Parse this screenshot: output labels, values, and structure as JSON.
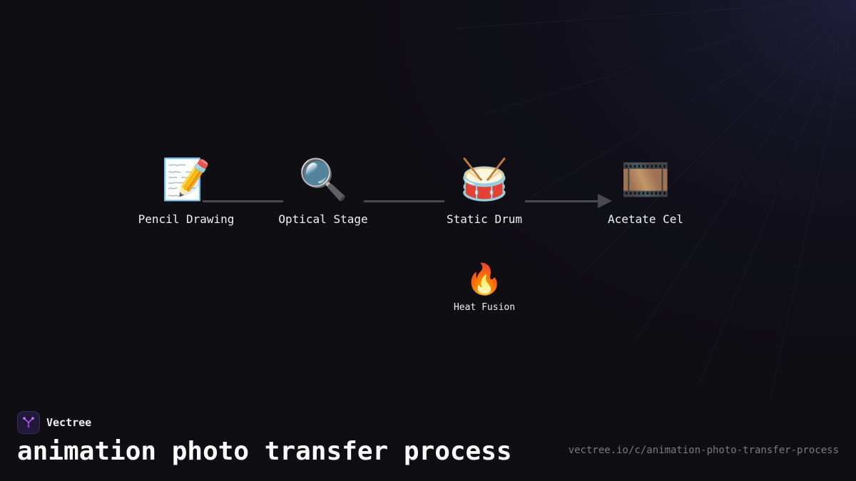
{
  "diagram": {
    "nodes": [
      {
        "icon": "memo-pencil-icon",
        "glyph": "📝",
        "label": "Pencil Drawing"
      },
      {
        "icon": "magnifying-glass-icon",
        "glyph": "🔍",
        "label": "Optical Stage"
      },
      {
        "icon": "drum-icon",
        "glyph": "🥁",
        "label": "Static Drum"
      },
      {
        "icon": "film-frames-icon",
        "glyph": "🎞️",
        "label": "Acetate Cel"
      }
    ],
    "sub_node": {
      "icon": "fire-icon",
      "glyph": "🔥",
      "label": "Heat Fusion"
    }
  },
  "footer": {
    "brand_name": "Vectree",
    "title": "animation photo transfer process",
    "url": "vectree.io/c/animation-photo-transfer-process"
  },
  "colors": {
    "background": "#0f0e13",
    "connector": "#4a4a4e",
    "brand_accent": "#a855f7"
  }
}
